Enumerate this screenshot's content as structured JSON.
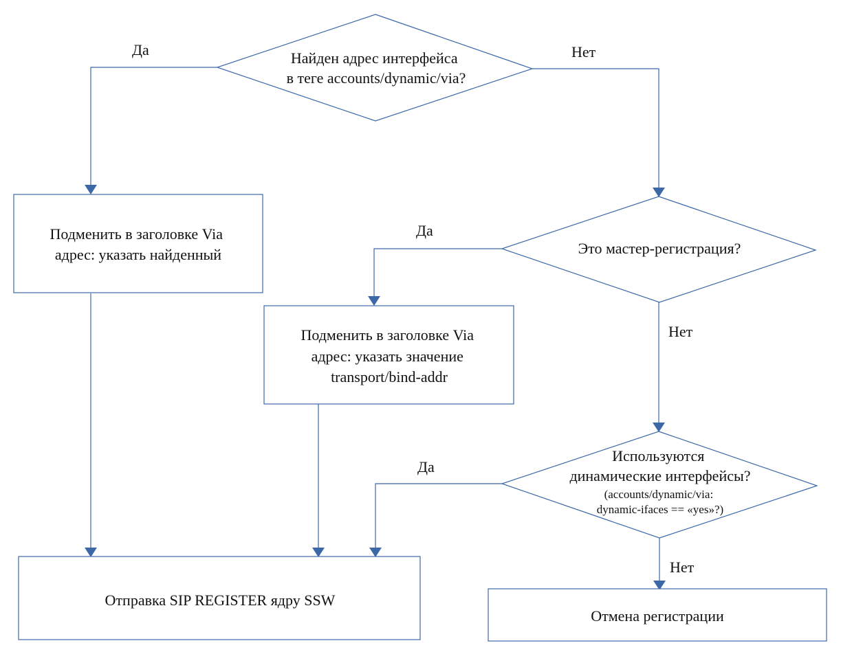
{
  "diagram": {
    "type": "flowchart",
    "colors": {
      "stroke": "#3c68a8",
      "text": "#111111",
      "background": "#ffffff"
    },
    "decisions": {
      "d1": {
        "lines": [
          "Найден адрес интерфейса",
          "в теге accounts/dynamic/via?"
        ]
      },
      "d2": {
        "lines": [
          "Это мастер-регистрация?"
        ]
      },
      "d3": {
        "lines": [
          "Используются",
          "динамические интерфейсы?"
        ],
        "sublines": [
          "(accounts/dynamic/via:",
          "dynamic-ifaces == «yes»?)"
        ]
      }
    },
    "processes": {
      "p1": {
        "lines": [
          "Подменить в заголовке Via",
          "адрес: указать найденный"
        ]
      },
      "p2": {
        "lines": [
          "Подменить в заголовке Via",
          "адрес: указать значение",
          "transport/bind-addr"
        ]
      },
      "send": {
        "lines": [
          "Отправка SIP REGISTER ядру SSW"
        ]
      },
      "cancel": {
        "lines": [
          "Отмена регистрации"
        ]
      }
    },
    "edge_labels": {
      "d1_yes": "Да",
      "d1_no": "Нет",
      "d2_yes": "Да",
      "d2_no": "Нет",
      "d3_yes": "Да",
      "d3_no": "Нет"
    }
  }
}
